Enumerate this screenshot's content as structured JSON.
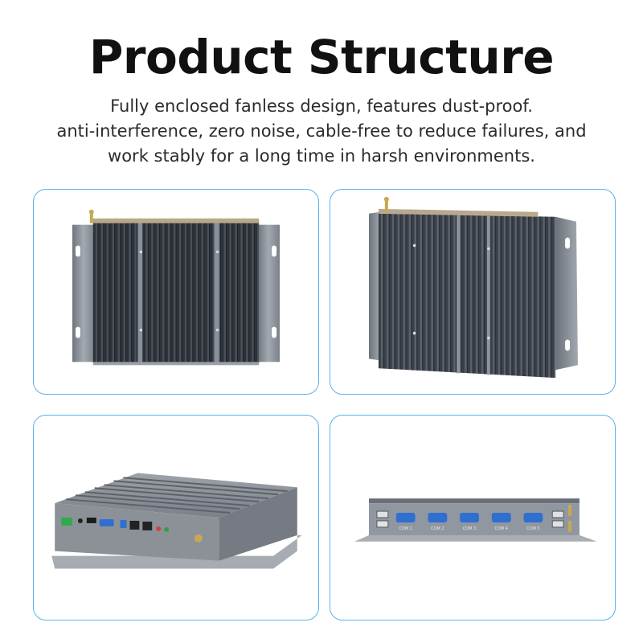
{
  "header": {
    "title": "Product Structure",
    "subtitle_lines": [
      "Fully enclosed fanless design, features dust-proof.",
      "anti-interference, zero noise, cable-free to reduce failures, and",
      "work stably for a long time in harsh environments."
    ]
  },
  "views": [
    {
      "name": "top-view"
    },
    {
      "name": "angled-top-view"
    },
    {
      "name": "front-io-view"
    },
    {
      "name": "rear-com-view",
      "port_labels": [
        "COM 1",
        "COM 2",
        "COM 3",
        "COM 4",
        "COM 5"
      ]
    }
  ],
  "colors": {
    "accent_border": "#58b2ec",
    "chassis": "#8e949c",
    "fins_dark": "#2f343c",
    "connector_blue": "#2f6fd0",
    "terminal_green": "#2faa4a"
  }
}
